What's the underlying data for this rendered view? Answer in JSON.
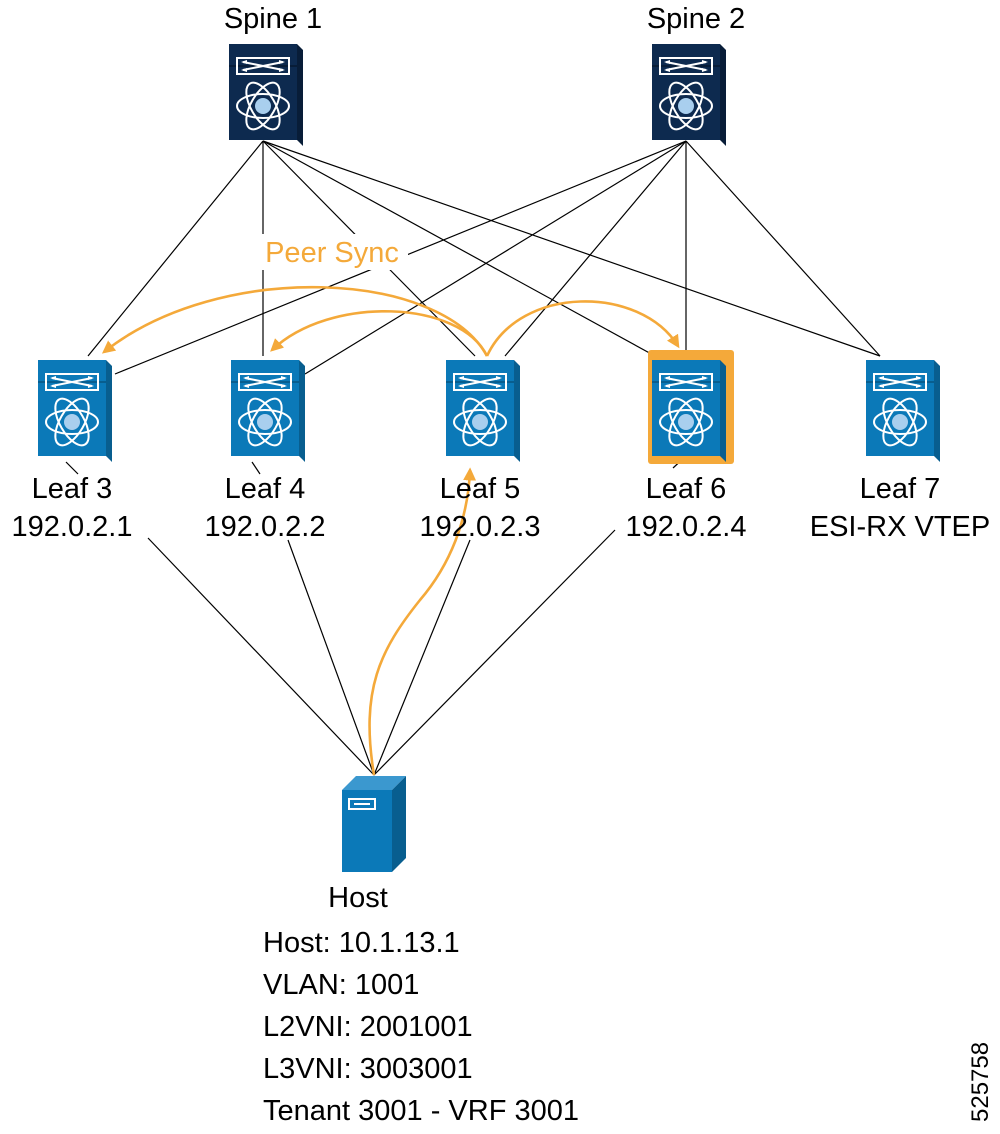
{
  "colors": {
    "spine_fill": "#0d2a4f",
    "leaf_fill": "#0b79b8",
    "leaf_dark": "#085e8f",
    "flow": "#f4a93a",
    "highlight": "#f4a93a",
    "glyph": "#ffffff",
    "line": "#000000"
  },
  "spines": [
    {
      "id": "spine1",
      "name": "Spine 1",
      "icon": "nexus-spine-switch-icon"
    },
    {
      "id": "spine2",
      "name": "Spine 2",
      "icon": "nexus-spine-switch-icon"
    }
  ],
  "leaves": [
    {
      "id": "leaf3",
      "name": "Leaf 3",
      "detail": "192.0.2.1",
      "icon": "nexus-leaf-switch-icon",
      "highlighted": false
    },
    {
      "id": "leaf4",
      "name": "Leaf 4",
      "detail": "192.0.2.2",
      "icon": "nexus-leaf-switch-icon",
      "highlighted": false
    },
    {
      "id": "leaf5",
      "name": "Leaf 5",
      "detail": "192.0.2.3",
      "icon": "nexus-leaf-switch-icon",
      "highlighted": false
    },
    {
      "id": "leaf6",
      "name": "Leaf 6",
      "detail": "192.0.2.4",
      "icon": "nexus-leaf-switch-icon",
      "highlighted": true
    },
    {
      "id": "leaf7",
      "name": "Leaf 7",
      "detail": "ESI-RX VTEP",
      "icon": "nexus-leaf-switch-icon",
      "highlighted": false
    }
  ],
  "peer_sync_label": "Peer Sync",
  "host": {
    "title": "Host",
    "icon": "server-icon",
    "details": [
      "Host: 10.1.13.1",
      "VLAN: 1001",
      "L2VNI: 2001001",
      "L3VNI: 3003001",
      "Tenant 3001 - VRF 3001"
    ]
  },
  "figure_id": "525758",
  "fabric_links": [
    [
      "spine1",
      "leaf3"
    ],
    [
      "spine1",
      "leaf4"
    ],
    [
      "spine1",
      "leaf5"
    ],
    [
      "spine1",
      "leaf6"
    ],
    [
      "spine1",
      "leaf7"
    ],
    [
      "spine2",
      "leaf3"
    ],
    [
      "spine2",
      "leaf4"
    ],
    [
      "spine2",
      "leaf5"
    ],
    [
      "spine2",
      "leaf6"
    ],
    [
      "spine2",
      "leaf7"
    ]
  ],
  "host_links": [
    "leaf3",
    "leaf4",
    "leaf5",
    "leaf6"
  ],
  "peer_sync_flows": [
    {
      "from": "leaf5",
      "to": "leaf3"
    },
    {
      "from": "leaf5",
      "to": "leaf4"
    },
    {
      "from": "leaf5",
      "to": "leaf6"
    }
  ],
  "host_flow": {
    "from": "host",
    "to": "leaf5"
  }
}
